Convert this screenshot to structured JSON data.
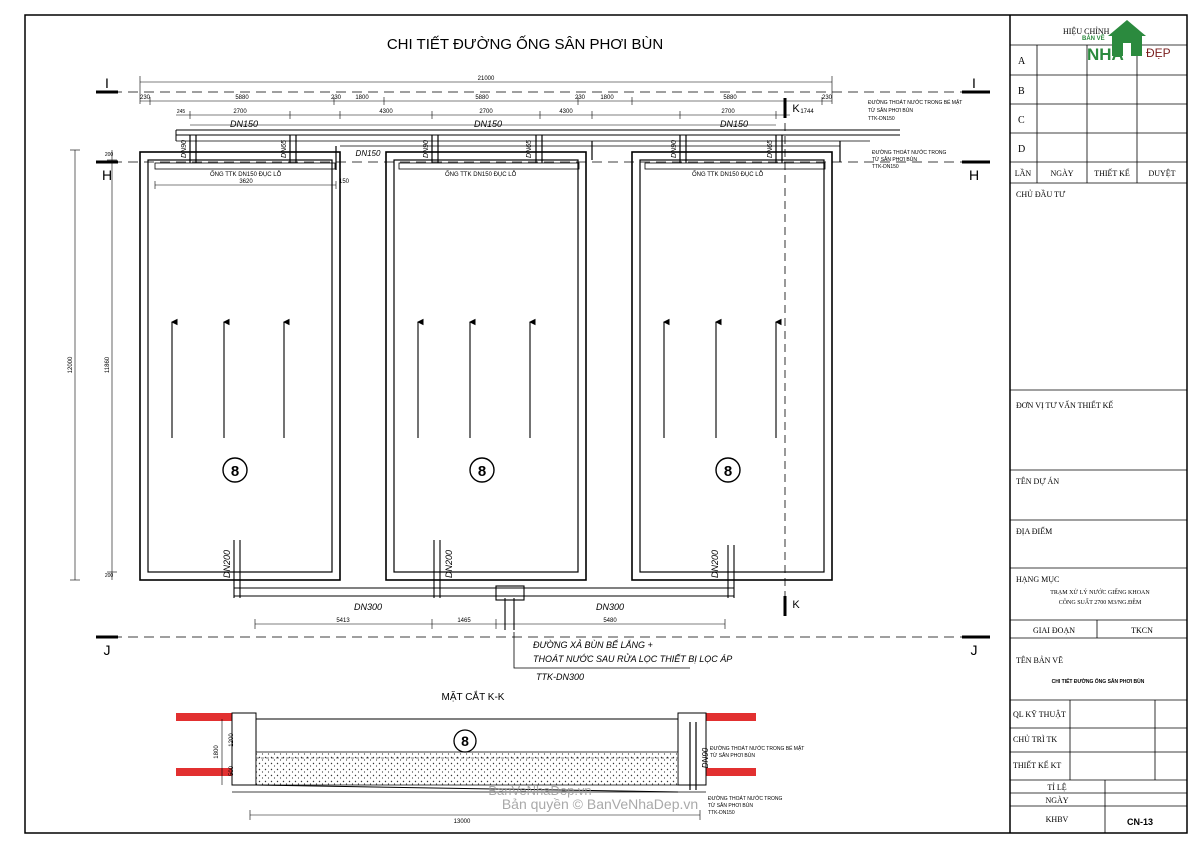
{
  "drawing": {
    "title": "CHI TIẾT ĐƯỜNG ỐNG SÂN PHƠI BÙN",
    "section_title": "MẶT CẮT K-K",
    "section_marks": {
      "top": "I",
      "h": "H",
      "bottom": "J",
      "k": "K"
    },
    "pipe_labels": {
      "dn150": "DN150",
      "dn90": "DN90",
      "dn65": "DN65",
      "dn200": "DN200",
      "dn300": "DN300",
      "perforated": "ỐNG TTK DN150 ĐỤC LỖ"
    },
    "dims": {
      "overall": "21000",
      "seg_a": "5880",
      "seg_b": "1800",
      "seg_c": "230",
      "seg_d": "2700",
      "seg_e": "4300",
      "seg_f": "1200",
      "seg_g": "245",
      "seg_h": "3620",
      "seg_i": "150",
      "seg_j": "200",
      "height_total": "12000",
      "height_inner": "11860",
      "bottom_a": "5413",
      "bottom_b": "1465",
      "bottom_c": "5480",
      "side_a": "1744",
      "section_length": "13000",
      "section_h1": "1200",
      "section_h2": "1800",
      "section_h3": "500"
    },
    "notes": {
      "surface_drain": "ĐƯỜNG THOÁT NƯỚC TRONG BỂ MẶT",
      "surface_drain_2": "TỪ SÂN PHƠI BÙN",
      "surface_code": "TTK-DN150",
      "inner_drain": "ĐƯỜNG THOÁT NƯỚC TRONG",
      "inner_drain_2": "TỪ SÂN PHƠI BÙN",
      "inner_code": "TTK-DN150",
      "outlet_1": "ĐƯỜNG XẢ BÙN BỂ LẮNG +",
      "outlet_2": "THOÁT NƯỚC SAU RỬA LỌC THIẾT BỊ LỌC ÁP",
      "outlet_code": "TTK-DN300",
      "bed_number": "8"
    },
    "watermark": [
      "BanVeNhaDep.vn",
      "Bản quyền © BanVeNhaDep.vn"
    ]
  },
  "title_block": {
    "logo": {
      "small": "BẢN VẼ",
      "big": "NHÀ",
      "suffix": "ĐẸP",
      "header": "HIỆU CHỈNH"
    },
    "revision_rows": [
      "A",
      "B",
      "C",
      "D"
    ],
    "revision_header": [
      "LẦN",
      "NGÀY",
      "THIẾT KẾ",
      "DUYỆT"
    ],
    "owner": "CHỦ ĐẦU TƯ",
    "consultant": "ĐƠN VỊ TƯ VẤN THIẾT KẾ",
    "project": "TÊN DỰ ÁN",
    "location": "ĐỊA ĐIỂM",
    "category": "HẠNG MỤC",
    "category_value_1": "TRẠM XỬ LÝ NƯỚC GIẾNG KHOAN",
    "category_value_2": "CÔNG SUẤT 2700 M3/NG.ĐÊM",
    "stage": "GIAI ĐOẠN",
    "stage_value": "TKCN",
    "drawing_name": "TÊN BẢN VẼ",
    "drawing_name_value": "CHI TIẾT ĐƯỜNG ỐNG SÂN PHƠI BÙN",
    "ql": "QL KỸ THUẬT",
    "lead": "CHỦ TRÌ TK",
    "designer": "THIẾT KẾ KT",
    "scale": "TỈ LỆ",
    "date": "NGÀY",
    "code_label": "KHBV",
    "code_value": "CN-13"
  }
}
